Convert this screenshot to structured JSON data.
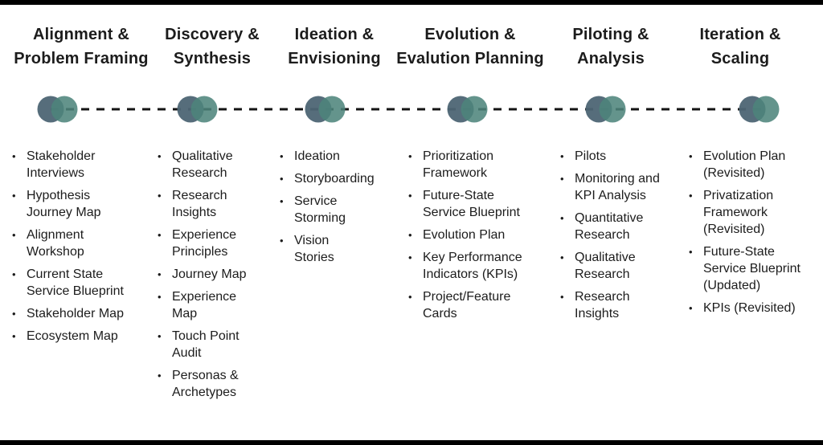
{
  "page": {
    "background": "#ffffff",
    "letterbox_color": "#000000",
    "text_color": "#1c1c1c",
    "bullet": "•"
  },
  "timeline": {
    "line_color": "#141414",
    "node_left_color": "#4d6574",
    "node_right_color": "#4d847b"
  },
  "phases": [
    {
      "title": "Alignment &\nProblem Framing",
      "items": [
        "Stakeholder\nInterviews",
        "Hypothesis\nJourney Map",
        "Alignment\nWorkshop",
        "Current State\nService Blueprint",
        "Stakeholder Map",
        "Ecosystem Map"
      ]
    },
    {
      "title": "Discovery &\nSynthesis",
      "items": [
        "Qualitative\nResearch",
        "Research\nInsights",
        "Experience\nPrinciples",
        "Journey Map",
        "Experience\nMap",
        "Touch Point\nAudit",
        "Personas &\nArchetypes"
      ]
    },
    {
      "title": "Ideation &\nEnvisioning",
      "items": [
        "Ideation",
        "Storyboarding",
        "Service\nStorming",
        "Vision\nStories"
      ]
    },
    {
      "title": "Evolution &\nEvalution Planning",
      "items": [
        "Prioritization\nFramework",
        "Future-State\nService Blueprint",
        "Evolution Plan",
        "Key Performance\nIndicators (KPIs)",
        "Project/Feature\nCards"
      ]
    },
    {
      "title": "Piloting &\nAnalysis",
      "items": [
        "Pilots",
        "Monitoring and\nKPI Analysis",
        "Quantitative\nResearch",
        "Qualitative\nResearch",
        "Research\nInsights"
      ]
    },
    {
      "title": "Iteration &\nScaling",
      "items": [
        "Evolution Plan\n(Revisited)",
        "Privatization\nFramework\n(Revisited)",
        "Future-State\nService Blueprint\n(Updated)",
        "KPIs (Revisited)"
      ]
    }
  ]
}
